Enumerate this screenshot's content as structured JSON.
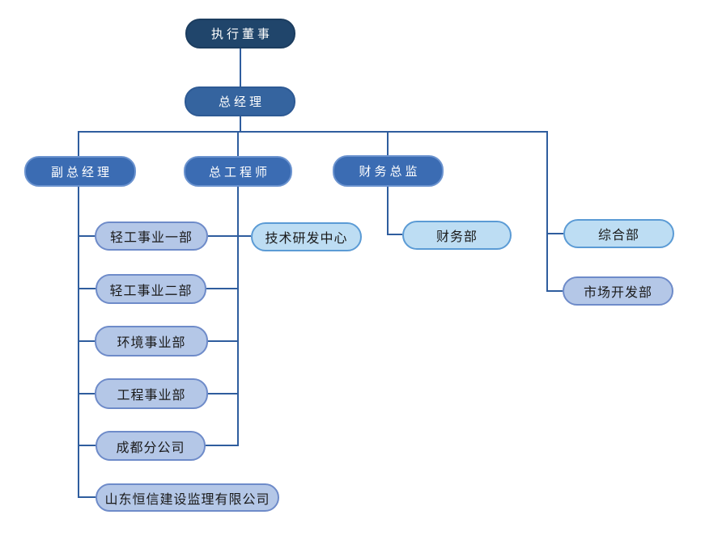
{
  "org_chart": {
    "nodes": {
      "executive_director": "执行董事",
      "general_manager": "总经理",
      "deputy_general_manager": "副总经理",
      "chief_engineer": "总工程师",
      "finance_director": "财务总监",
      "light_industry_div_1": "轻工事业一部",
      "light_industry_div_2": "轻工事业二部",
      "environment_div": "环境事业部",
      "engineering_div": "工程事业部",
      "chengdu_branch": "成都分公司",
      "shandong_hengxin_supervision": "山东恒信建设监理有限公司",
      "tech_rd_center": "技术研发中心",
      "finance_dept": "财务部",
      "general_affairs_dept": "综合部",
      "market_dev_dept": "市场开发部"
    },
    "hierarchy": [
      {
        "parent": "执行董事",
        "children": [
          "总经理"
        ]
      },
      {
        "parent": "总经理",
        "children": [
          "副总经理",
          "总工程师",
          "财务总监",
          "综合部",
          "市场开发部"
        ]
      },
      {
        "parent": "副总经理",
        "children": [
          "轻工事业一部",
          "轻工事业二部",
          "环境事业部",
          "工程事业部",
          "成都分公司",
          "山东恒信建设监理有限公司"
        ]
      },
      {
        "parent": "总工程师",
        "children": [
          "技术研发中心"
        ]
      },
      {
        "parent": "财务总监",
        "children": [
          "财务部"
        ]
      }
    ],
    "colors": {
      "background": "#FFFFFF",
      "level1_fill": "#20456B",
      "level1_border": "#1C3D5F",
      "level2_fill": "#35649F",
      "level2_border": "#2E5A94",
      "level3_fill": "#3B6CB3",
      "level3_border": "#6B93CF",
      "lavender_fill": "#B4C7E7",
      "lavender_border": "#6E8BC9",
      "sky_fill": "#BDDDF3",
      "sky_border": "#5B9BD5",
      "connector": "#2F5D9E",
      "text_light": "#FFFFFF",
      "text_dark": "#1A1A1A"
    }
  }
}
